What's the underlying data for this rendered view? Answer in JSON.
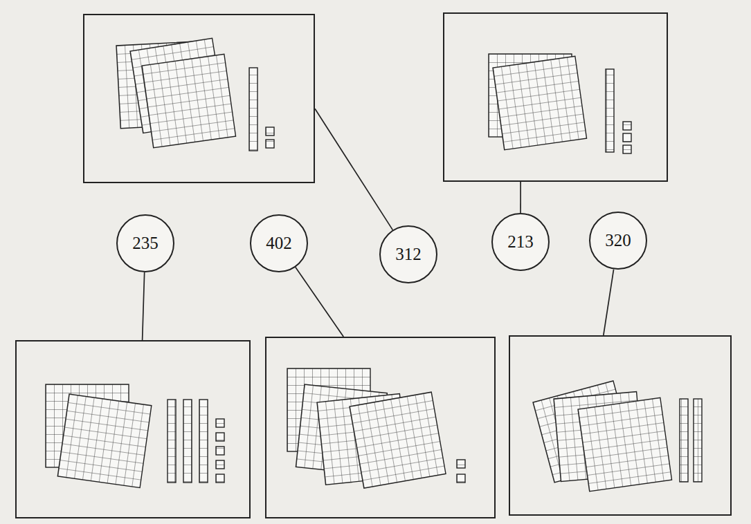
{
  "diagram": {
    "nodes": [
      {
        "text": []
      },
      {
        "text": []
      },
      {
        "text": [
          "235"
        ]
      },
      {
        "text": [
          "402"
        ]
      },
      {
        "text": [
          "312"
        ]
      },
      {
        "text": [
          "213"
        ]
      },
      {
        "text": [
          "320"
        ]
      },
      {
        "text": []
      },
      {
        "text": []
      },
      {
        "text": []
      }
    ],
    "edges": [
      {
        "from": 0,
        "to": 4,
        "arrow": "none"
      },
      {
        "from": 1,
        "to": 5,
        "arrow": "none"
      },
      {
        "from": 7,
        "to": 2,
        "arrow": "none"
      },
      {
        "from": 8,
        "to": 3,
        "arrow": "none"
      },
      {
        "from": 9,
        "to": 6,
        "arrow": "none"
      }
    ]
  }
}
